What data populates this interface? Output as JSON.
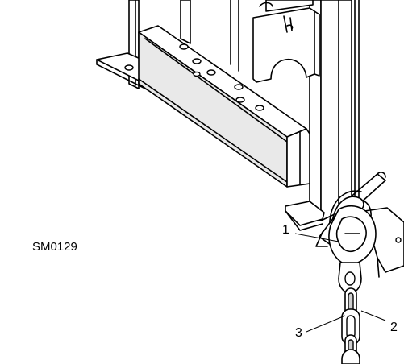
{
  "figure": {
    "code": "SM0129",
    "callouts": [
      {
        "number": "1"
      },
      {
        "number": "2"
      },
      {
        "number": "3"
      }
    ]
  }
}
